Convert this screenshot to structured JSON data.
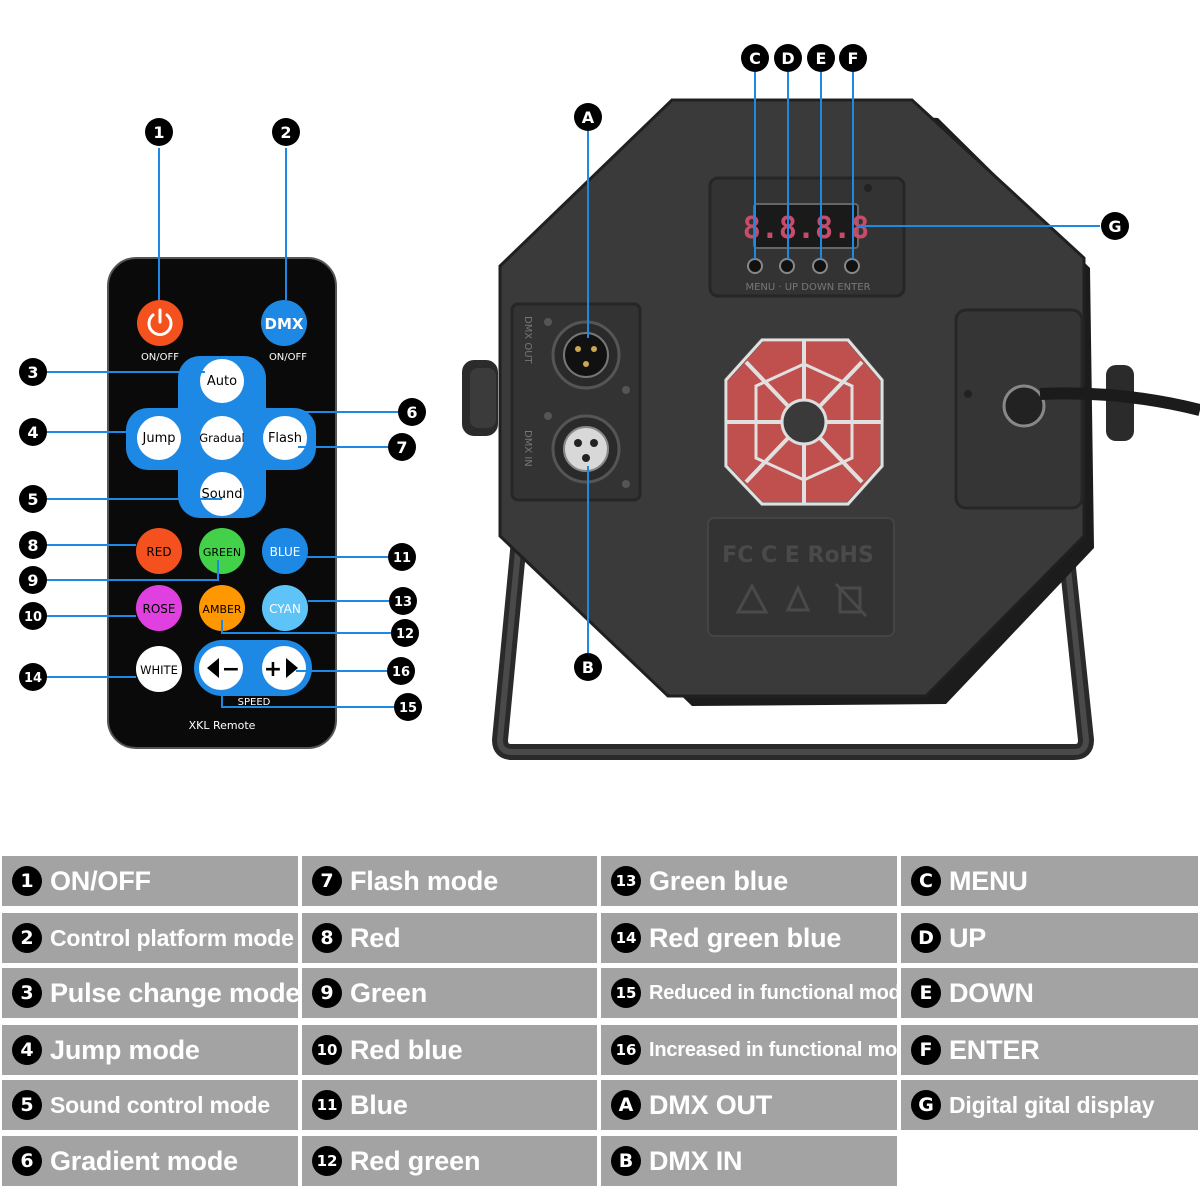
{
  "remote": {
    "brand": "XKL Remote",
    "power_label": "ON/OFF",
    "dmx_button": "DMX",
    "dmx_label": "ON/OFF",
    "speed_label": "SPEED",
    "mode_buttons": {
      "auto": "Auto",
      "jump": "Jump",
      "gradual": "Gradual",
      "flash": "Flash",
      "sound": "Sound"
    },
    "color_buttons": {
      "red": "RED",
      "green": "GREEN",
      "blue": "BLUE",
      "rose": "ROSE",
      "amber": "AMBER",
      "cyan": "CYAN",
      "white": "WHITE"
    },
    "speed_minus": "−",
    "speed_plus": "+"
  },
  "device": {
    "display_text": "8.8.8.8",
    "panel_labels": "MENU · UP  DOWN  ENTER",
    "dmx_out_label": "DMX OUT",
    "dmx_in_label": "DMX IN",
    "cert_marks": "FC  C E  RoHS"
  },
  "callouts": [
    "1",
    "2",
    "3",
    "4",
    "5",
    "6",
    "7",
    "8",
    "9",
    "10",
    "11",
    "12",
    "13",
    "14",
    "15",
    "16",
    "A",
    "B",
    "C",
    "D",
    "E",
    "F",
    "G"
  ],
  "legend": [
    [
      {
        "id": "1",
        "text": "ON/OFF"
      },
      {
        "id": "2",
        "text": "Control platform mode"
      },
      {
        "id": "3",
        "text": "Pulse change mode"
      },
      {
        "id": "4",
        "text": "Jump mode"
      },
      {
        "id": "5",
        "text": "Sound control mode"
      },
      {
        "id": "6",
        "text": "Gradient mode"
      }
    ],
    [
      {
        "id": "7",
        "text": "Flash mode"
      },
      {
        "id": "8",
        "text": "Red"
      },
      {
        "id": "9",
        "text": "Green"
      },
      {
        "id": "10",
        "text": "Red blue"
      },
      {
        "id": "11",
        "text": "Blue"
      },
      {
        "id": "12",
        "text": "Red green"
      }
    ],
    [
      {
        "id": "13",
        "text": "Green blue"
      },
      {
        "id": "14",
        "text": "Red green blue"
      },
      {
        "id": "15",
        "text": "Reduced in functional mode"
      },
      {
        "id": "16",
        "text": "Increased in functional mode"
      },
      {
        "id": "A",
        "text": "DMX OUT"
      },
      {
        "id": "B",
        "text": "DMX IN"
      }
    ],
    [
      {
        "id": "C",
        "text": "MENU"
      },
      {
        "id": "D",
        "text": "UP"
      },
      {
        "id": "E",
        "text": "DOWN"
      },
      {
        "id": "F",
        "text": "ENTER"
      },
      {
        "id": "G",
        "text": "Digital gital display"
      }
    ]
  ],
  "colors": {
    "callout_line": "#1e88e5",
    "legend_bg": "#a3a3a3",
    "power": "#f4511e",
    "dmx": "#1e88e5",
    "red": "#f4511e",
    "green": "#43d14a",
    "blue": "#1e88e5",
    "rose": "#e040e0",
    "amber": "#ff9800",
    "cyan": "#5ec4f7"
  }
}
